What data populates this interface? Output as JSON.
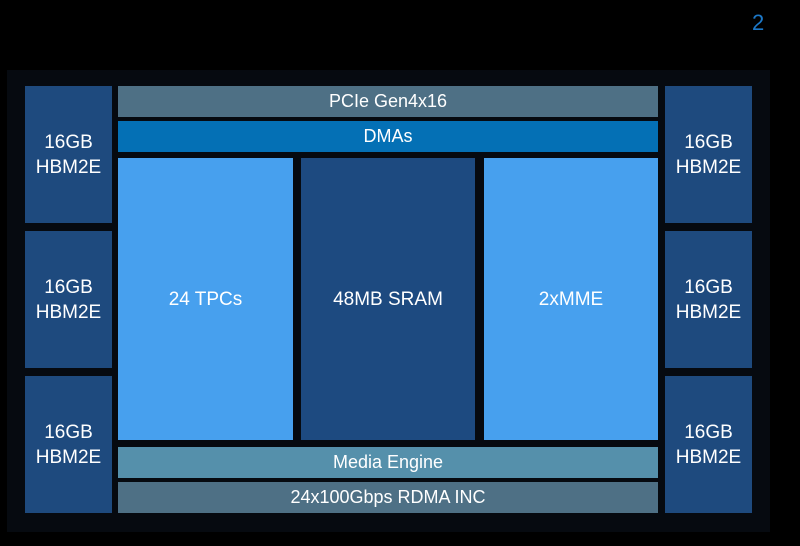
{
  "page_number": "2",
  "hbm_left": [
    {
      "size": "16GB",
      "type": "HBM2E"
    },
    {
      "size": "16GB",
      "type": "HBM2E"
    },
    {
      "size": "16GB",
      "type": "HBM2E"
    }
  ],
  "hbm_right": [
    {
      "size": "16GB",
      "type": "HBM2E"
    },
    {
      "size": "16GB",
      "type": "HBM2E"
    },
    {
      "size": "16GB",
      "type": "HBM2E"
    }
  ],
  "pcie": "PCIe Gen4x16",
  "dmas": "DMAs",
  "tpcs": "24 TPCs",
  "sram": "48MB SRAM",
  "mme": "2xMME",
  "media": "Media Engine",
  "rdma": "24x100Gbps RDMA INC",
  "colors": {
    "hbm": "#1e4a7e",
    "pcie": "#4e7085",
    "dma": "#0470b5",
    "compute": "#47a0ee",
    "sram": "#1d4a80",
    "media": "#5590ab"
  }
}
